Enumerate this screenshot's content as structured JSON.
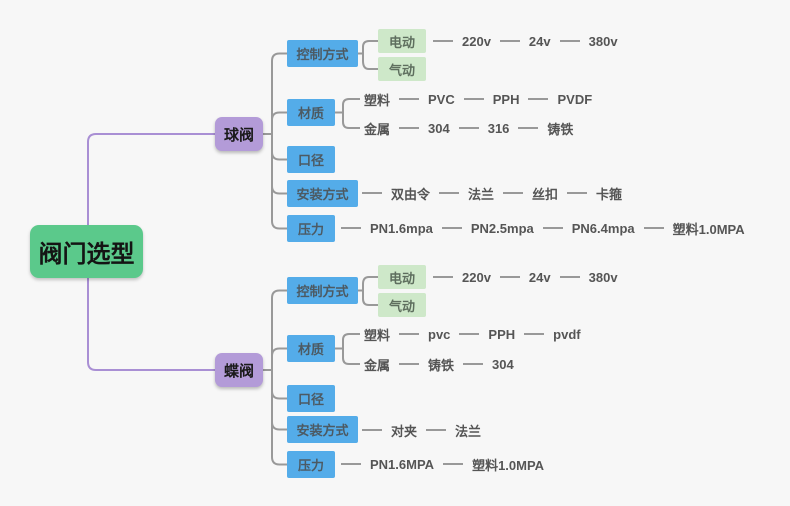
{
  "colors": {
    "background": "#f7f7f7",
    "root_green": "#5bc98b",
    "branch_purple": "#b39bd8",
    "category_blue": "#54ace9",
    "child_green": "#cee8c9",
    "line_gray": "#999999",
    "line_purple": "#a98fd4"
  },
  "root": {
    "label": "阀门选型"
  },
  "ball_valve": {
    "label": "球阀",
    "control": {
      "label": "控制方式",
      "electric": "电动",
      "pneumatic": "气动",
      "voltages": [
        "220v",
        "24v",
        "380v"
      ]
    },
    "material": {
      "label": "材质",
      "plastic": "塑料",
      "plastic_types": [
        "PVC",
        "PPH",
        "PVDF"
      ],
      "metal": "金属",
      "metal_types": [
        "304",
        "316",
        "铸铁"
      ]
    },
    "diameter": {
      "label": "口径"
    },
    "installation": {
      "label": "安装方式",
      "methods": [
        "双由令",
        "法兰",
        "丝扣",
        "卡箍"
      ]
    },
    "pressure": {
      "label": "压力",
      "ratings": [
        "PN1.6mpa",
        "PN2.5mpa",
        "PN6.4mpa",
        "塑料1.0MPA"
      ]
    }
  },
  "butterfly_valve": {
    "label": "蝶阀",
    "control": {
      "label": "控制方式",
      "electric": "电动",
      "pneumatic": "气动",
      "voltages": [
        "220v",
        "24v",
        "380v"
      ]
    },
    "material": {
      "label": "材质",
      "plastic": "塑料",
      "plastic_types": [
        "pvc",
        "PPH",
        "pvdf"
      ],
      "metal": "金属",
      "metal_types": [
        "铸铁",
        "304"
      ]
    },
    "diameter": {
      "label": "口径"
    },
    "installation": {
      "label": "安装方式",
      "methods": [
        "对夹",
        "法兰"
      ]
    },
    "pressure": {
      "label": "压力",
      "ratings": [
        "PN1.6MPA",
        "塑料1.0MPA"
      ]
    }
  }
}
